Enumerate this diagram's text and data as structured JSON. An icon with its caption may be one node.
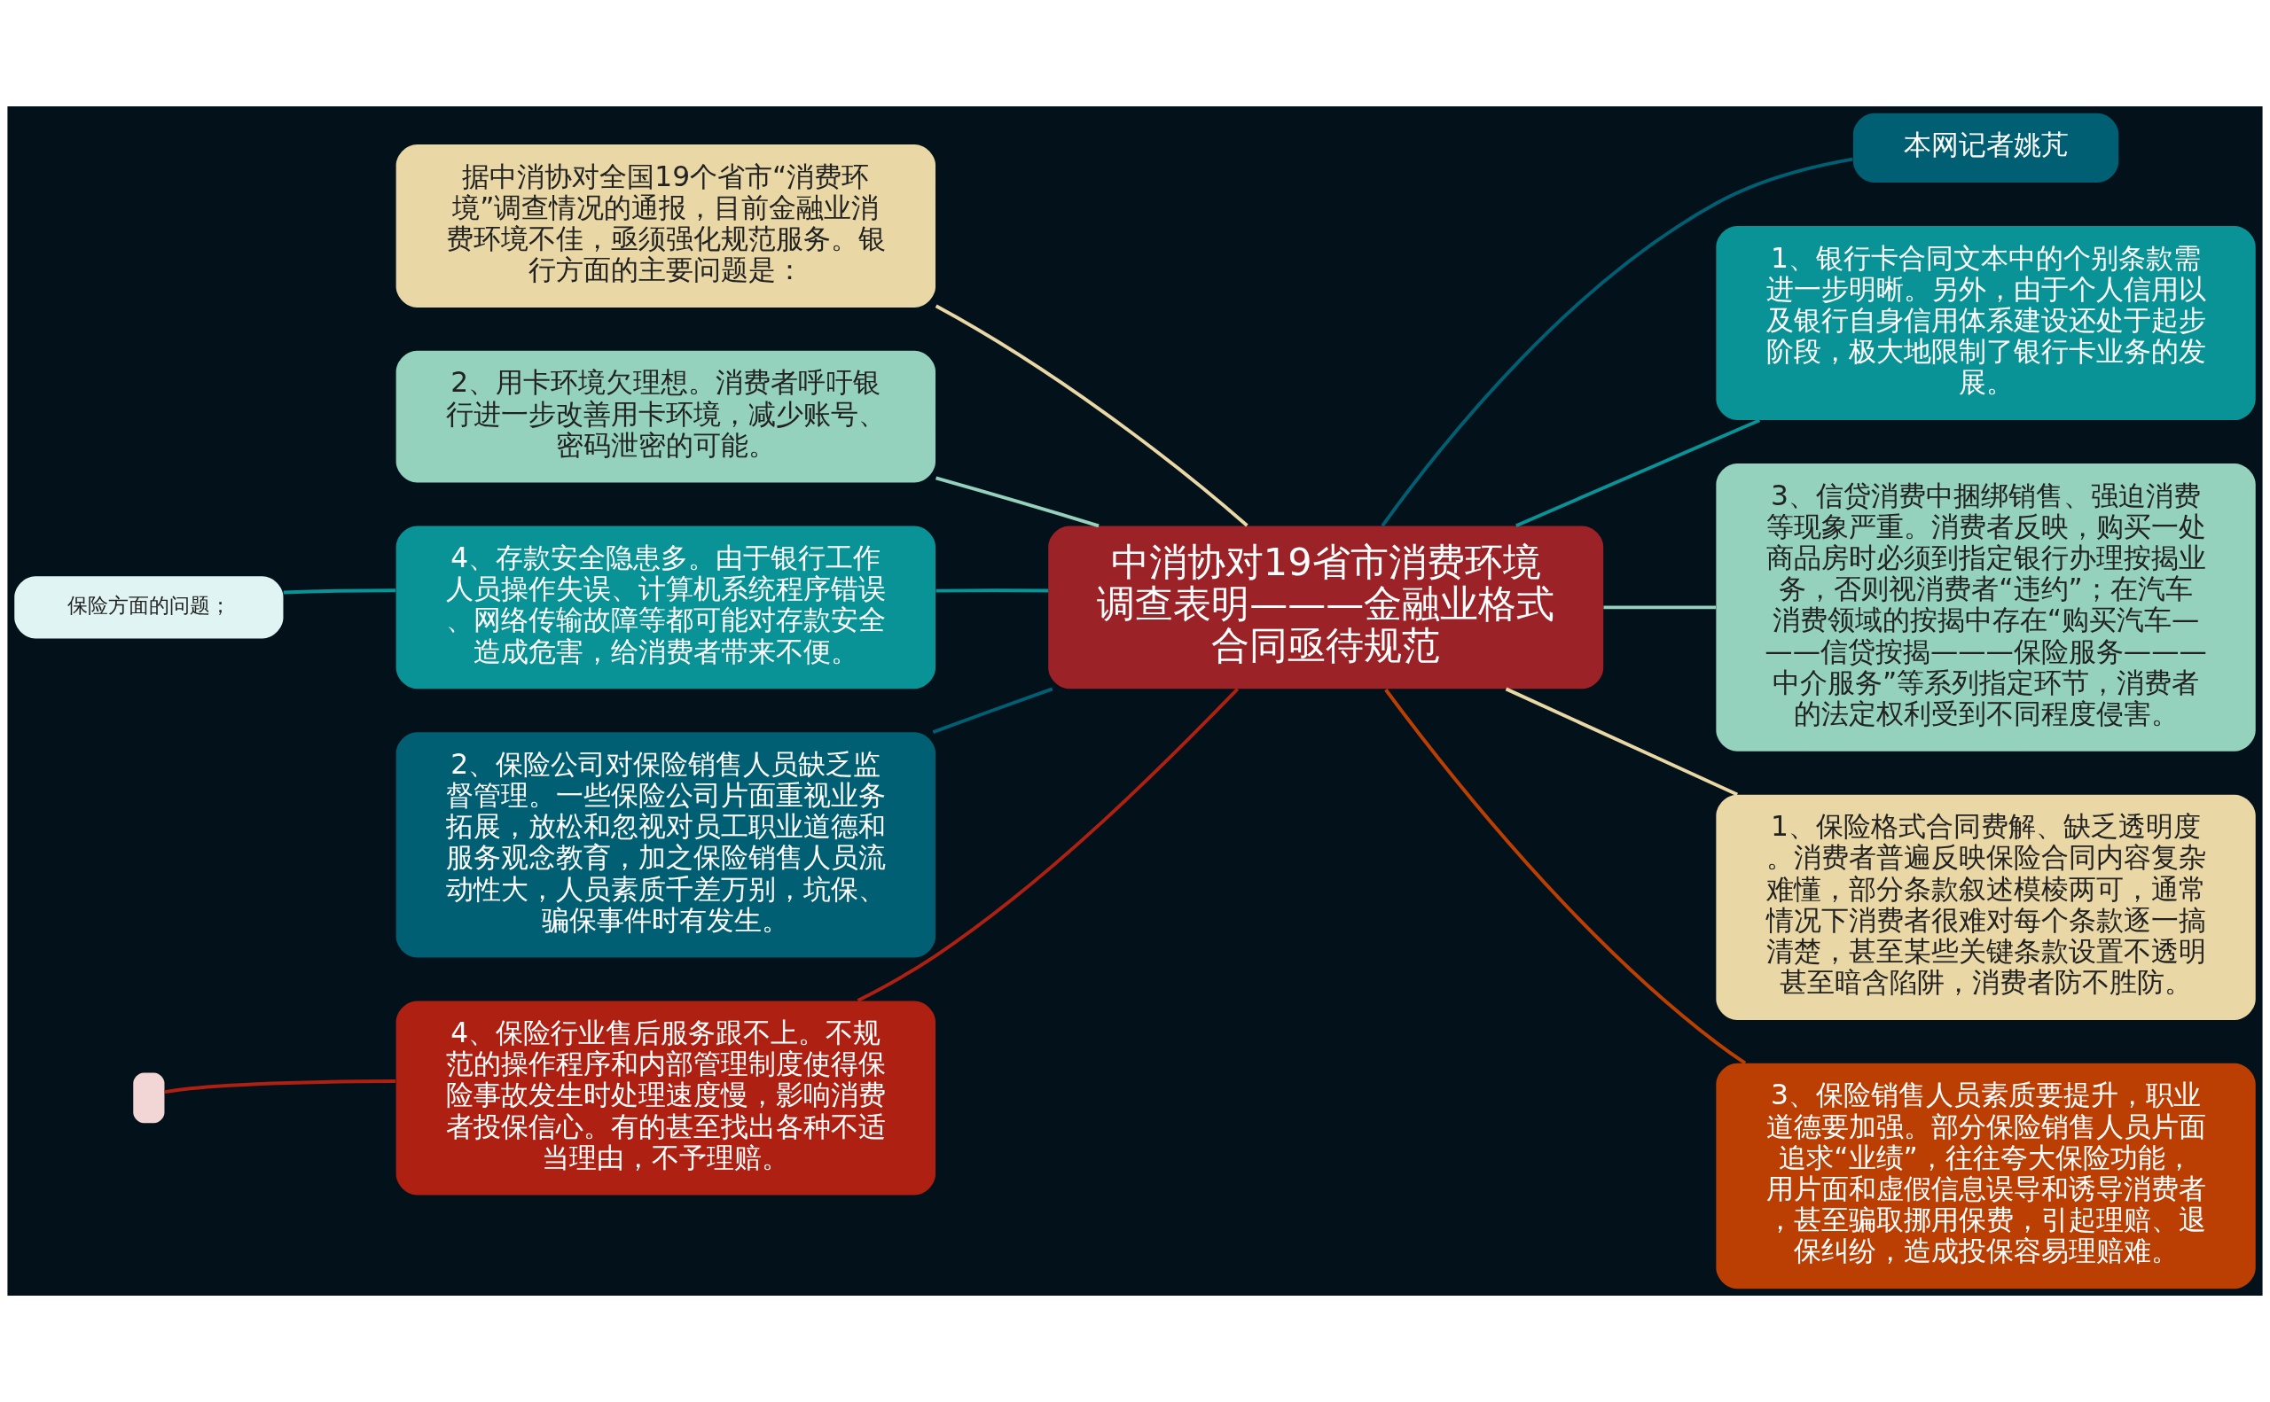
{
  "diagram": {
    "nodes": [
      {
        "text": [
          "中消协对19省市消费环境调查表明———金融业格式合同亟待规范"
        ]
      },
      {
        "text": [
          "据中消协对全国19个省市“消费环境”调查情况的通报，目前金融业消费环境不佳，亟须强化规范服务。银行方面的主要问题是："
        ]
      },
      {
        "text": [
          "2、用卡环境欠理想。消费者呼吁银行进一步改善用卡环境，减少账号、密码泄密的可能。"
        ]
      },
      {
        "text": [
          "4、存款安全隐患多。由于银行工作人员操作失误、计算机系统程序错误、网络传输故障等都可能对存款安全造成危害，给消费者带来不便。"
        ]
      },
      {
        "text": [
          "保险方面的问题；"
        ]
      },
      {
        "text": [
          "2、保险公司对保险销售人员缺乏监督管理。一些保险公司片面重视业务拓展，放松和忽视对员工职业道德和服务观念教育，加之保险销售人员流动性大，人员素质千差万别，坑保、骗保事件时有发生。"
        ]
      },
      {
        "text": [
          "4、保险行业售后服务跟不上。不规范的操作程序和内部管理制度使得保险事故发生时处理速度慢，影响消费者投保信心。有的甚至找出各种不适当理由，不予理赔。"
        ]
      },
      {
        "text": [],
        "shape": "box"
      },
      {
        "text": [
          "本网记者姚芃"
        ]
      },
      {
        "text": [
          "1、银行卡合同文本中的个别条款需进一步明晰。另外，由于个人信用以及银行自身信用体系建设还处于起步阶段，极大地限制了银行卡业务的发展。"
        ]
      },
      {
        "text": [
          "3、信贷消费中捆绑销售、强迫消费等现象严重。消费者反映，购买一处商品房时必须到指定银行办理按揭业务，否则视消费者“违约”；在汽车消费领域的按揭中存在“购买汽车———信贷按揭———保险服务———中介服务”等系列指定环节，消费者的法定权利受到不同程度侵害。"
        ]
      },
      {
        "text": [
          "1、保险格式合同费解、缺乏透明度。消费者普遍反映保险合同内容复杂难懂，部分条款叙述模棱两可，通常情况下消费者很难对每个条款逐一搞清楚，甚至某些关键条款设置不透明甚至暗含陷阱，消费者防不胜防。"
        ]
      },
      {
        "text": [
          "3、保险销售人员素质要提升，职业道德要加强。部分保险销售人员片面追求“业绩”，往往夸大保险功能，用片面和虚假信息误导和诱导消费者，甚至骗取挪用保费，引起理赔、退保纠纷，造成投保容易理赔难。"
        ]
      }
    ],
    "edges": [
      {
        "from": 0,
        "to": 1,
        "arrow": "none",
        "color": "#e9d8a6"
      },
      {
        "from": 0,
        "to": 2,
        "arrow": "none",
        "color": "#94d2bd"
      },
      {
        "from": 0,
        "to": 3,
        "arrow": "none",
        "color": "#0a9396"
      },
      {
        "from": 3,
        "to": 4,
        "arrow": "none",
        "color": "#0a9396"
      },
      {
        "from": 0,
        "to": 5,
        "arrow": "none",
        "color": "#005f73"
      },
      {
        "from": 0,
        "to": 6,
        "arrow": "none",
        "color": "#ae2012"
      },
      {
        "from": 6,
        "to": 7,
        "arrow": "none",
        "color": "#ae2012"
      },
      {
        "from": 0,
        "to": 8,
        "arrow": "none",
        "color": "#005f73"
      },
      {
        "from": 0,
        "to": 9,
        "arrow": "none",
        "color": "#0a9396"
      },
      {
        "from": 0,
        "to": 10,
        "arrow": "none",
        "color": "#94d2bd"
      },
      {
        "from": 0,
        "to": 11,
        "arrow": "none",
        "color": "#e9d8a6"
      },
      {
        "from": 0,
        "to": 12,
        "arrow": "none",
        "color": "#bb3e03"
      }
    ]
  }
}
